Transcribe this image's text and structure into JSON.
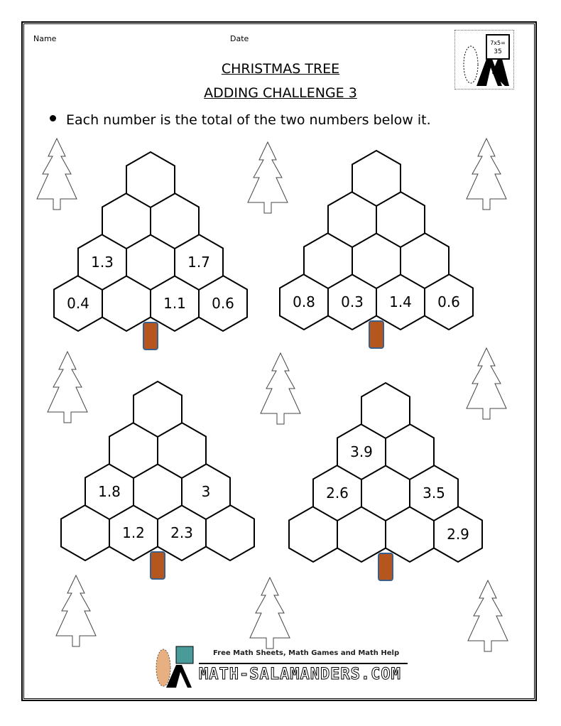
{
  "header": {
    "name_label": "Name",
    "date_label": "Date",
    "title_line1": "CHRISTMAS TREE",
    "title_line2": "ADDING CHALLENGE 3"
  },
  "instructions": "Each number is the total of the two numbers below it.",
  "colors": {
    "trunk": "#b5561f",
    "trunk_outline": "#3a5f8a",
    "footer_board": "#4a9a9a"
  },
  "puzzles": [
    {
      "rows": [
        [
          "0.4",
          "",
          "1.1",
          "0.6"
        ],
        [
          "1.3",
          "",
          "1.7"
        ],
        [
          "",
          ""
        ],
        [
          ""
        ]
      ]
    },
    {
      "rows": [
        [
          "0.8",
          "0.3",
          "1.4",
          "0.6"
        ],
        [
          "",
          "",
          ""
        ],
        [
          "",
          ""
        ],
        [
          ""
        ]
      ]
    },
    {
      "rows": [
        [
          "",
          "1.2",
          "2.3",
          ""
        ],
        [
          "1.8",
          "",
          "3"
        ],
        [
          "",
          ""
        ],
        [
          ""
        ]
      ]
    },
    {
      "rows": [
        [
          "",
          "",
          "",
          "2.9"
        ],
        [
          "2.6",
          "",
          "3.5"
        ],
        [
          "3.9",
          ""
        ],
        [
          ""
        ]
      ]
    }
  ],
  "footer": {
    "tagline": "Free Math Sheets, Math Games and Math Help",
    "site": "MATH-SALAMANDERS.COM"
  },
  "logo_text": "7x5=35",
  "icons": {
    "decoration": "christmas-tree-outline-icon",
    "logo": "salamander-logo-icon"
  }
}
